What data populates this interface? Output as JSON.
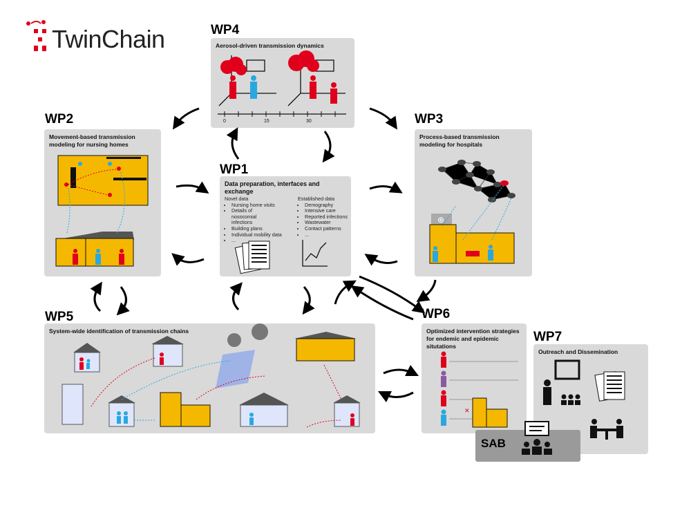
{
  "logo": {
    "text": "TwinChain",
    "accent": "#e0001b"
  },
  "work_packages": {
    "wp1": {
      "label": "WP1",
      "title": "Data preparation, interfaces and exchange",
      "novel": {
        "heading": "Novel data",
        "items": [
          "Nursing home visits",
          "Details of nosocomial infections",
          "Building plans",
          "Individual mobility data",
          "..."
        ]
      },
      "established": {
        "heading": "Established data",
        "items": [
          "Demography",
          "Intensive care",
          "Reported infections",
          "Wastewater",
          "Contact patterns",
          "..."
        ]
      }
    },
    "wp2": {
      "label": "WP2",
      "title": "Movement-based transmission modeling for nursing homes"
    },
    "wp3": {
      "label": "WP3",
      "title": "Process-based transmission modeling for hospitals"
    },
    "wp4": {
      "label": "WP4",
      "title": "Aerosol-driven transmission dynamics",
      "axis_ticks": [
        "0",
        "15",
        "30"
      ]
    },
    "wp5": {
      "label": "WP5",
      "title": "System-wide identification of transmission chains"
    },
    "wp6": {
      "label": "WP6",
      "title": "Optimized intervention strategies for endemic and epidemic situtations"
    },
    "wp7": {
      "label": "WP7",
      "title": "Outreach and Dissemination"
    }
  },
  "sab": {
    "label": "SAB"
  },
  "colors": {
    "box": "#d9d9d9",
    "building": "#f5b800",
    "red": "#e0001b",
    "blue": "#29a8e0",
    "sab": "#9a9a9a"
  }
}
